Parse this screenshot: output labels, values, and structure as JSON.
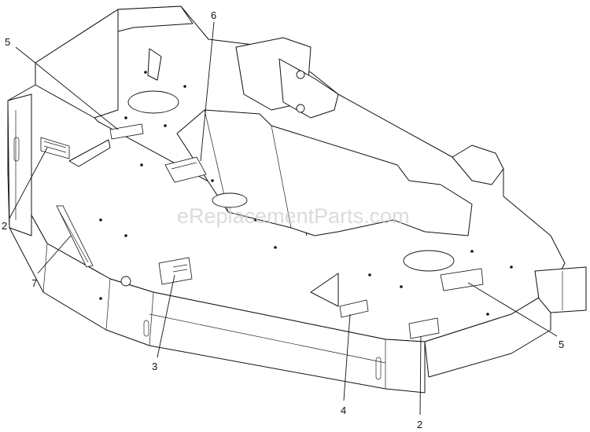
{
  "diagram": {
    "watermark": "eReplacementParts.com",
    "callouts": {
      "c1": "5",
      "c2": "6",
      "c3": "2",
      "c4": "7",
      "c5": "3",
      "c6": "4",
      "c7": "2",
      "c8": "5"
    }
  }
}
